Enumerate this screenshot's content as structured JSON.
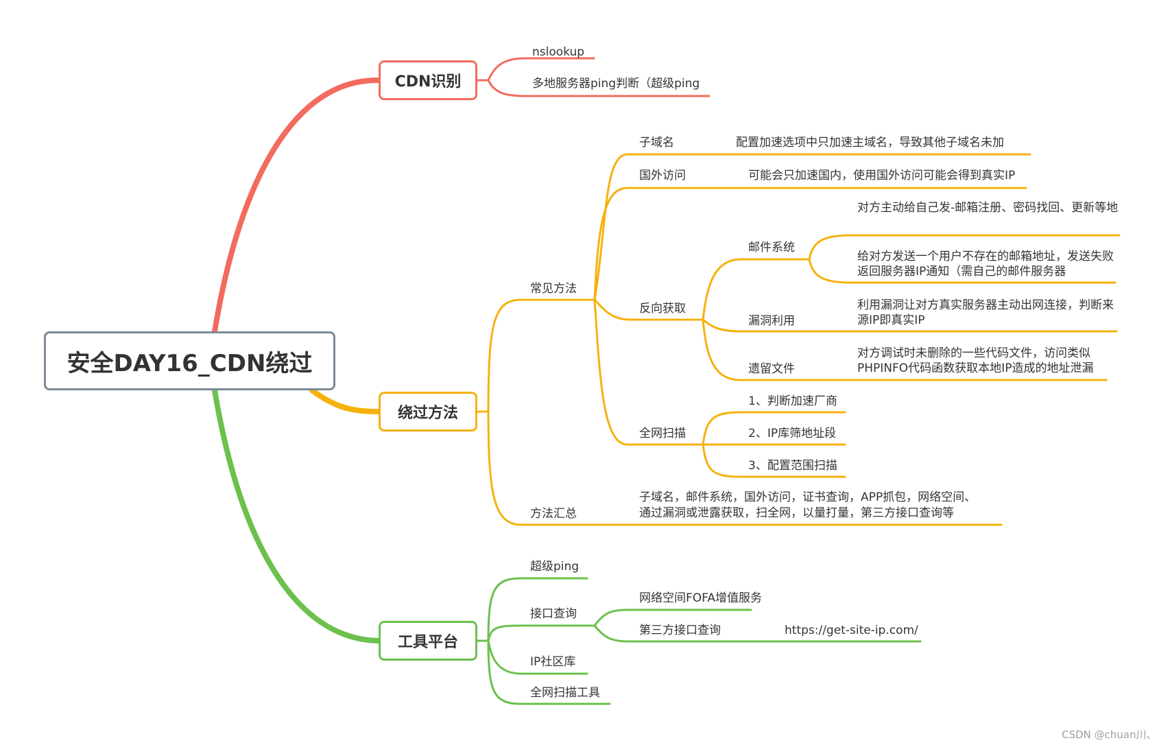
{
  "colors": {
    "red": "#f26b5e",
    "orange": "#f6b10d",
    "green": "#6cc04d",
    "root_border": "#7d8a97"
  },
  "root": "安全DAY16_CDN绕过",
  "cdn_identify": {
    "label": "CDN识别",
    "children": [
      "nslookup",
      "多地服务器ping判断（超级ping"
    ]
  },
  "bypass": {
    "label": "绕过方法",
    "common": {
      "label": "常见方法",
      "subdomain": {
        "label": "子域名",
        "note": "配置加速选项中只加速主域名，导致其他子域名未加"
      },
      "foreign": {
        "label": "国外访问",
        "note": "可能会只加速国内，使用国外访问可能会得到真实IP"
      },
      "reverse": {
        "label": "反向获取",
        "mail": {
          "label": "邮件系统",
          "notes": [
            "对方主动给自己发-邮箱注册、密码找回、更新等地",
            "给对方发送一个用户不存在的邮箱地址，发送失败返回服务器IP通知（需自己的邮件服务器"
          ]
        },
        "vuln": {
          "label": "漏洞利用",
          "note": "利用漏洞让对方真实服务器主动出网连接，判断来源IP即真实IP"
        },
        "leftover": {
          "label": "遗留文件",
          "note": "对方调试时未删除的一些代码文件，访问类似PHPINFO代码函数获取本地IP造成的地址泄漏"
        }
      },
      "scan": {
        "label": "全网扫描",
        "items": [
          "1、判断加速厂商",
          "2、IP库筛地址段",
          "3、配置范围扫描"
        ]
      }
    },
    "summary": {
      "label": "方法汇总",
      "lines": [
        "子域名，邮件系统，国外访问，证书查询，APP抓包，网络空间、",
        "通过漏洞或泄露获取，扫全网，以量打量，第三方接口查询等"
      ]
    }
  },
  "tools": {
    "label": "工具平台",
    "super_ping": "超级ping",
    "api": {
      "label": "接口查询",
      "fofa": "网络空间FOFA增值服务",
      "third": {
        "label": "第三方接口查询",
        "url": "https://get-site-ip.com/"
      }
    },
    "ip_lib": "IP社区库",
    "scan_tools": "全网扫描工具"
  },
  "credit": "CSDN @chuan川、"
}
